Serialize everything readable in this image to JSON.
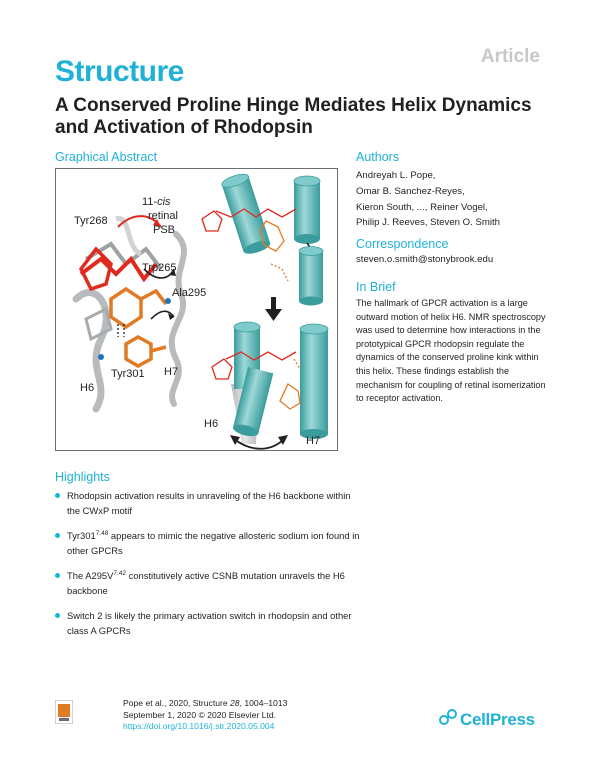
{
  "header": {
    "article_tag": "Article",
    "journal": "Structure",
    "title_line1": "A Conserved Proline Hinge Mediates Helix Dynamics",
    "title_line2": "and Activation of Rhodopsin"
  },
  "graphical_abstract": {
    "heading": "Graphical Abstract",
    "labels": {
      "retinal_l1": "11-",
      "retinal_cis": "cis",
      "retinal_l2": "retinal",
      "retinal_l3": "PSB",
      "tyr268": "Tyr268",
      "trp265": "Trp265",
      "ala295": "Ala295",
      "tyr301": "Tyr301",
      "h6_left": "H6",
      "h7_left": "H7",
      "h6_right": "H6",
      "h7_right": "H7"
    }
  },
  "authors": {
    "heading": "Authors",
    "lines": [
      "Andreyah L. Pope,",
      "Omar B. Sanchez-Reyes,",
      "Kieron South, ..., Reiner Vogel,",
      "Philip J. Reeves, Steven O. Smith"
    ]
  },
  "correspondence": {
    "heading": "Correspondence",
    "email": "steven.o.smith@stonybrook.edu"
  },
  "in_brief": {
    "heading": "In Brief",
    "text": "The hallmark of GPCR activation is a large outward motion of helix H6. NMR spectroscopy was used to determine how interactions in the prototypical GPCR rhodopsin regulate the dynamics of the conserved proline kink within this helix. These findings establish the mechanism for coupling of retinal isomerization to receptor activation."
  },
  "highlights": {
    "heading": "Highlights",
    "h1": "Rhodopsin activation results in unraveling of the H6 backbone within the CWxP motif",
    "h2_pre": "Tyr301",
    "h2_sup": "7.48",
    "h2_post": " appears to mimic the negative allosteric sodium ion found in other GPCRs",
    "h3_pre": "The A295V",
    "h3_sup": "7.42",
    "h3_post": " constitutively active CSNB mutation unravels the H6 backbone",
    "h4": "Switch 2 is likely the primary activation switch in rhodopsin and other class A GPCRs"
  },
  "footer": {
    "line1_pre": "Pope et al., 2020, Structure ",
    "line1_vol": "28",
    "line1_post": ", 1004–1013",
    "line2": "September 1, 2020 © 2020 Elsevier Ltd.",
    "doi": "https://doi.org/10.1016/j.str.2020.05.004",
    "publisher": "CellPress"
  },
  "colors": {
    "accent": "#1fb2d6",
    "cylinder": "#5fbfbf",
    "retinal_red": "#e02a1e",
    "orange": "#e07a24"
  }
}
